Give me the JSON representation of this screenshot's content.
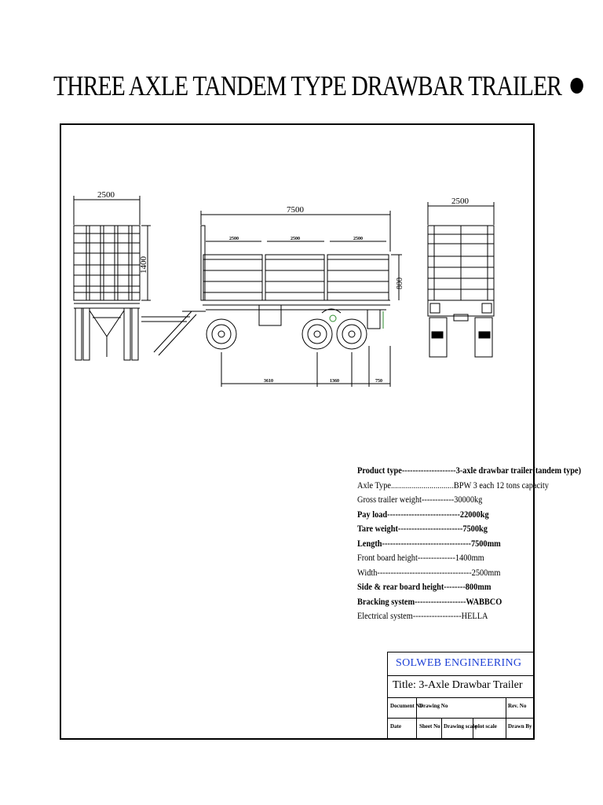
{
  "title": "THREE AXLE TANDEM TYPE DRAWBAR TRAILER",
  "dimensions": {
    "front_width": "2500",
    "front_height": "1400",
    "overall_length": "7500",
    "board_1": "2500",
    "board_2": "2500",
    "board_3": "2500",
    "side_height": "800",
    "rear_width": "2500",
    "bottom_1": "3610",
    "bottom_2": "1360",
    "bottom_3": "750"
  },
  "specs": [
    {
      "text": "Product type--------------------3-axle drawbar trailer(tandem type)",
      "bold": true
    },
    {
      "text": "Axle  Type...............................BPW 3 each 12 tons capacity",
      "bold": false
    },
    {
      "text": "Gross trailer weight------------30000kg",
      "bold": false
    },
    {
      "text": "Pay load---------------------------22000kg",
      "bold": true
    },
    {
      "text": "Tare weight------------------------7500kg",
      "bold": true
    },
    {
      "text": "Length---------------------------------7500mm",
      "bold": true
    },
    {
      "text": "Front board height--------------1400mm",
      "bold": false
    },
    {
      "text": "Width-----------------------------------2500mm",
      "bold": false
    },
    {
      "text": "Side & rear board height--------800mm",
      "bold": true
    },
    {
      "text": "Bracking system-------------------WABBCO",
      "bold": true
    },
    {
      "text": "Electrical system------------------HELLA",
      "bold": false
    }
  ],
  "title_block": {
    "company": "SOLWEB   ENGINEERING",
    "drawing_title": "Title:  3-Axle Drawbar Trailer",
    "document_no": "Document No",
    "drawing_no": "Drawing No",
    "rev_no": "Rev. No",
    "date": "Date",
    "sheet_no": "Sheet No",
    "drawing_scale": "Drawing scale",
    "plot_scale": "plot scale",
    "drawn_by": "Drawn By"
  },
  "colors": {
    "company": "#1c3fd6",
    "line": "#000000",
    "accent": "#2a8a2a"
  }
}
